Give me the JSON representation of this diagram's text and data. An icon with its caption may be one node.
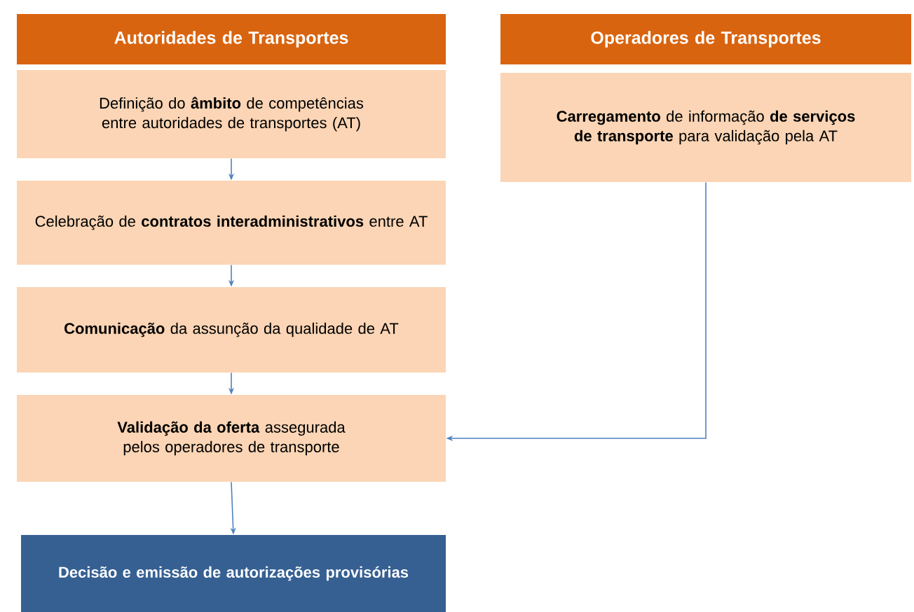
{
  "diagram": {
    "nodes": [
      {
        "text": [
          "Autoridades de Transportes"
        ]
      },
      {
        "text": [
          "Definição do **âmbito** de competências entre autoridades de transportes (AT)"
        ]
      },
      {
        "text": [
          "Celebração de **contratos interadministrativos** entre AT"
        ]
      },
      {
        "text": [
          "**Comunicação** da assunção da qualidade de AT"
        ]
      },
      {
        "text": [
          "**Validação da oferta** assegurada pelos operadores de transporte"
        ]
      },
      {
        "text": [
          "Decisão e emissão de autorizações provisórias"
        ]
      },
      {
        "text": [
          "Operadores de Transportes"
        ]
      },
      {
        "text": [
          "**Carregamento** de informação **de serviços de transporte** para validação pela AT"
        ]
      }
    ],
    "edges": [
      {
        "from": 1,
        "to": 2,
        "arrow": "to"
      },
      {
        "from": 2,
        "to": 3,
        "arrow": "to"
      },
      {
        "from": 3,
        "to": 4,
        "arrow": "to"
      },
      {
        "from": 4,
        "to": 5,
        "arrow": "to"
      },
      {
        "from": 7,
        "to": 4,
        "arrow": "to"
      }
    ]
  }
}
